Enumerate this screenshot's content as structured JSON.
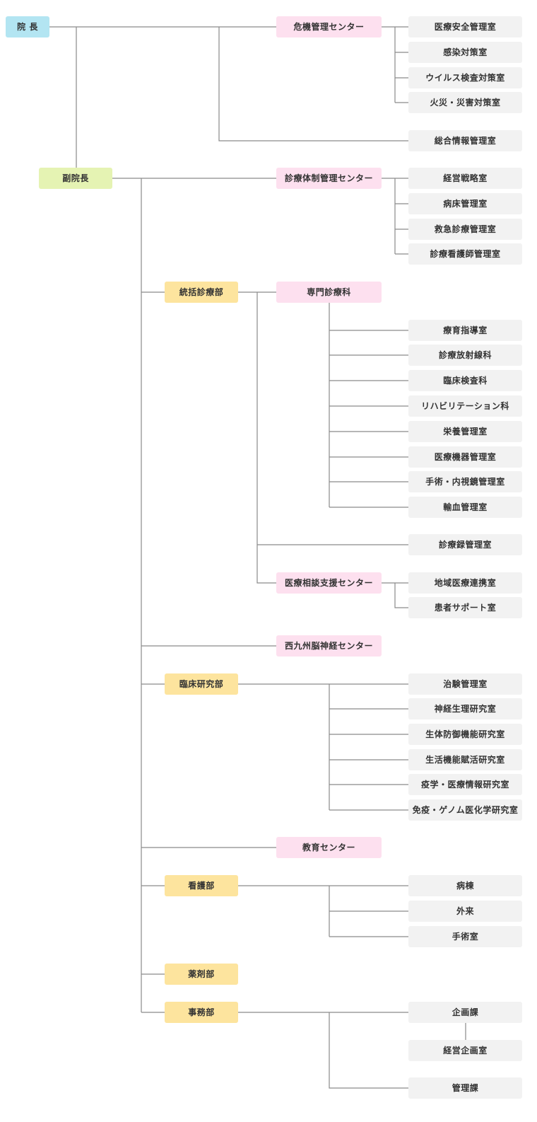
{
  "director": "院 長",
  "vice_director": "副院長",
  "crisis_center": {
    "label": "危機管理センター",
    "rooms": [
      "医療安全管理室",
      "感染対策室",
      "ウイルス検査対策室",
      "火災・災害対策室"
    ]
  },
  "info_room": "総合情報管理室",
  "care_system_center": {
    "label": "診療体制管理センター",
    "rooms": [
      "経営戦略室",
      "病床管理室",
      "救急診療管理室",
      "診療看護師管理室"
    ]
  },
  "general_care_dept": {
    "label": "統括診療部",
    "specialty": {
      "label": "専門診療科",
      "rooms": [
        "療育指導室",
        "診療放射線科",
        "臨床検査科",
        "リハビリテーション科",
        "栄養管理室",
        "医療機器管理室",
        "手術・内視鏡管理室",
        "輸血管理室"
      ]
    },
    "records_room": "診療録管理室",
    "consult_center": {
      "label": "医療相談支援センター",
      "rooms": [
        "地域医療連携室",
        "患者サポート室"
      ]
    }
  },
  "neuro_center": "西九州脳神経センター",
  "research_dept": {
    "label": "臨床研究部",
    "rooms": [
      "治験管理室",
      "神経生理研究室",
      "生体防御機能研究室",
      "生活機能賦活研究室",
      "疫学・医療情報研究室",
      "免疫・ゲノム医化学研究室"
    ]
  },
  "education_center": "教育センター",
  "nursing_dept": {
    "label": "看護部",
    "rooms": [
      "病棟",
      "外来",
      "手術室"
    ]
  },
  "pharmacy_dept": "薬剤部",
  "admin_dept": {
    "label": "事務部",
    "rooms": [
      "企画課",
      "経営企画室",
      "管理課"
    ]
  },
  "colors": {
    "director": "#b3e5f2",
    "vice": "#e5f3b3",
    "dept": "#fde49e",
    "center": "#fde0ef",
    "room": "#f2f2f2",
    "line": "#8a8a8a"
  }
}
